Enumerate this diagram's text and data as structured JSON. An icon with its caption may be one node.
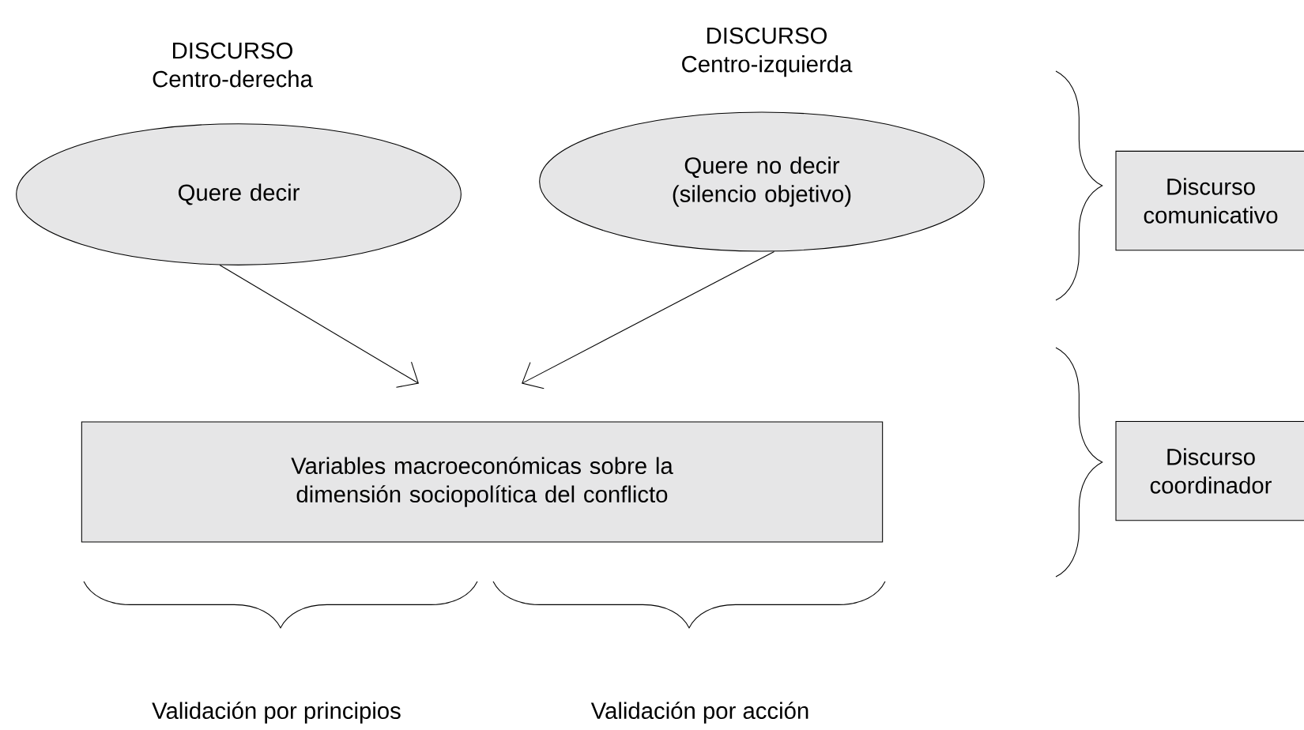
{
  "diagram": {
    "nodes": [
      {
        "text": [
          "DISCURSO Centro-derecha",
          "Quere decir"
        ]
      },
      {
        "text": [
          "DISCURSO Centro-izquierda",
          "Quere no decir (silencio objetivo)"
        ]
      },
      {
        "text": [
          "Variables macroeconómicas sobre la dimensión sociopolítica del conflicto"
        ]
      },
      {
        "text": [
          "Discurso comunicativo"
        ]
      },
      {
        "text": [
          "Discurso coordinador"
        ]
      }
    ],
    "edges": [
      {
        "from": 0,
        "to": 2,
        "arrow": "to"
      },
      {
        "from": 1,
        "to": 2,
        "arrow": "to"
      }
    ],
    "labels": [
      "Validación por principios",
      "Validación por acción"
    ]
  }
}
